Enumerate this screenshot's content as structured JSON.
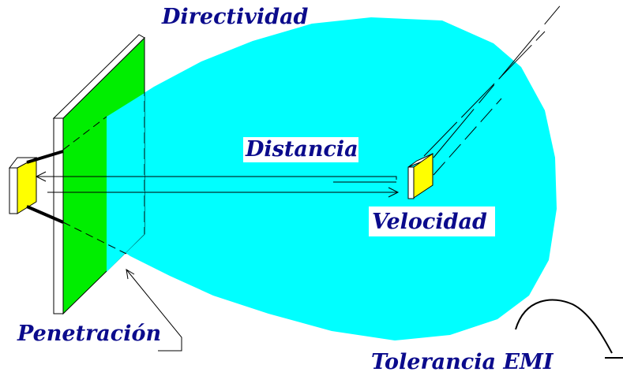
{
  "labels": {
    "directividad": "Directividad",
    "distancia": "Distancia",
    "velocidad": "Velocidad",
    "penetracion": "Penetración",
    "tolerancia": "Tolerancia EMI"
  },
  "colors": {
    "beam": "#00ffff",
    "panel_green": "#00ee00",
    "sensor_yellow": "#ffff00",
    "label_text": "#0b0b8c"
  }
}
